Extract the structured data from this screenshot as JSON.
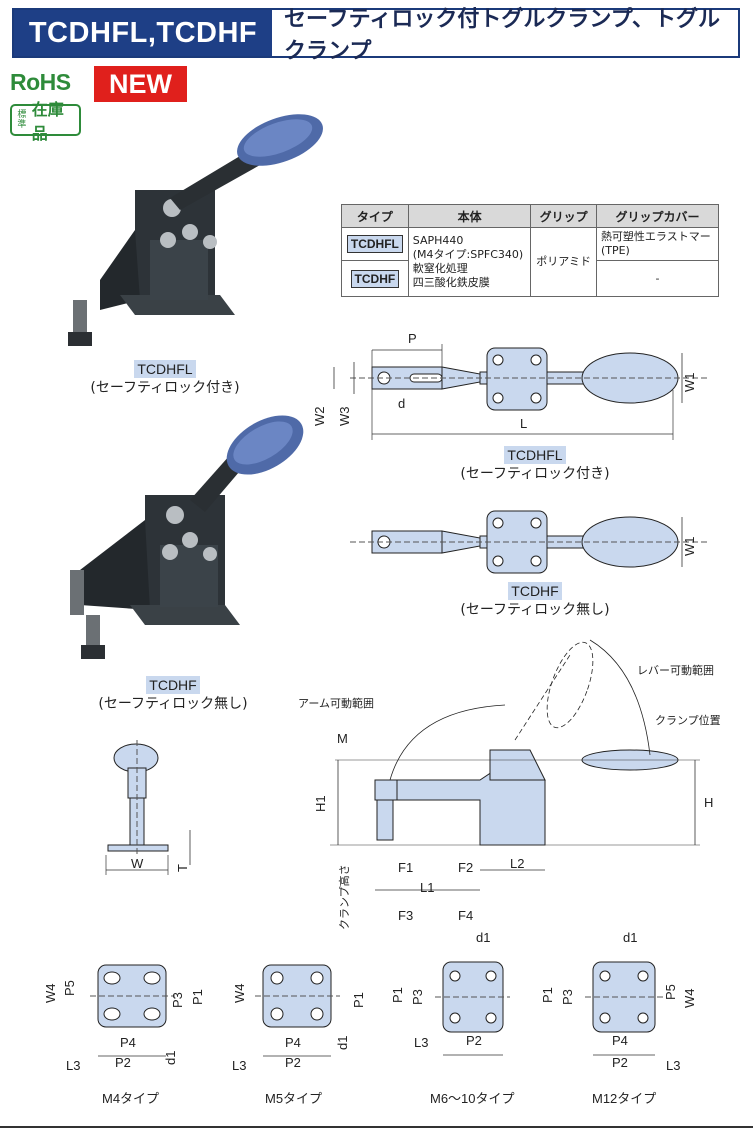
{
  "header": {
    "model": "TCDHFL,TCDHF",
    "title": "セーフティロック付トグルクランプ、トグルクランプ"
  },
  "badges": {
    "rohs": "RoHS",
    "new": "NEW",
    "stock_small": "標準",
    "stock_big": "在庫品"
  },
  "spec_table": {
    "headers": [
      "タイプ",
      "本体",
      "グリップ",
      "グリップカバー"
    ],
    "type1": "TCDHFL",
    "type2": "TCDHF",
    "body_line1": "SAPH440",
    "body_line2": "(M4タイプ:SPFC340)",
    "body_line3": "軟窒化処理",
    "body_line4": "四三酸化鉄皮膜",
    "grip": "ポリアミド",
    "cover1": "熱可塑性エラストマー",
    "cover2": "(TPE)",
    "cover_none": "-"
  },
  "captions": {
    "photo1_model": "TCDHFL",
    "photo1_note": "(セーフティロック付き)",
    "photo2_model": "TCDHF",
    "photo2_note": "(セーフティロック無し)",
    "top1_model": "TCDHFL",
    "top1_note": "(セーフティロック付き)",
    "top2_model": "TCDHF",
    "top2_note": "(セーフティロック無し)"
  },
  "dims": {
    "P": "P",
    "d": "d",
    "L": "L",
    "W1": "W1",
    "W2": "W2",
    "W3": "W3",
    "W": "W",
    "T": "T",
    "M": "M",
    "H": "H",
    "H1": "H1",
    "F1": "F1",
    "F2": "F2",
    "F3": "F3",
    "F4": "F4",
    "L1": "L1",
    "L2": "L2",
    "L3": "L3",
    "P1": "P1",
    "P2": "P2",
    "P3": "P3",
    "P4": "P4",
    "P5": "P5",
    "W4": "W4",
    "d1": "d1"
  },
  "side_labels": {
    "arm_range": "アーム可動範囲",
    "lever_range": "レバー可動範囲",
    "clamp_position": "クランプ位置",
    "clamp_height": "クランプ高さ"
  },
  "base_types": {
    "m4": "M4タイプ",
    "m5": "M5タイプ",
    "m6_10": "M6～10タイプ",
    "m12": "M12タイプ"
  },
  "colors": {
    "brand_blue": "#1e3f86",
    "part_blue": "#c9d8ee",
    "rohs_green": "#2e8b3a",
    "new_red": "#e0201c"
  }
}
